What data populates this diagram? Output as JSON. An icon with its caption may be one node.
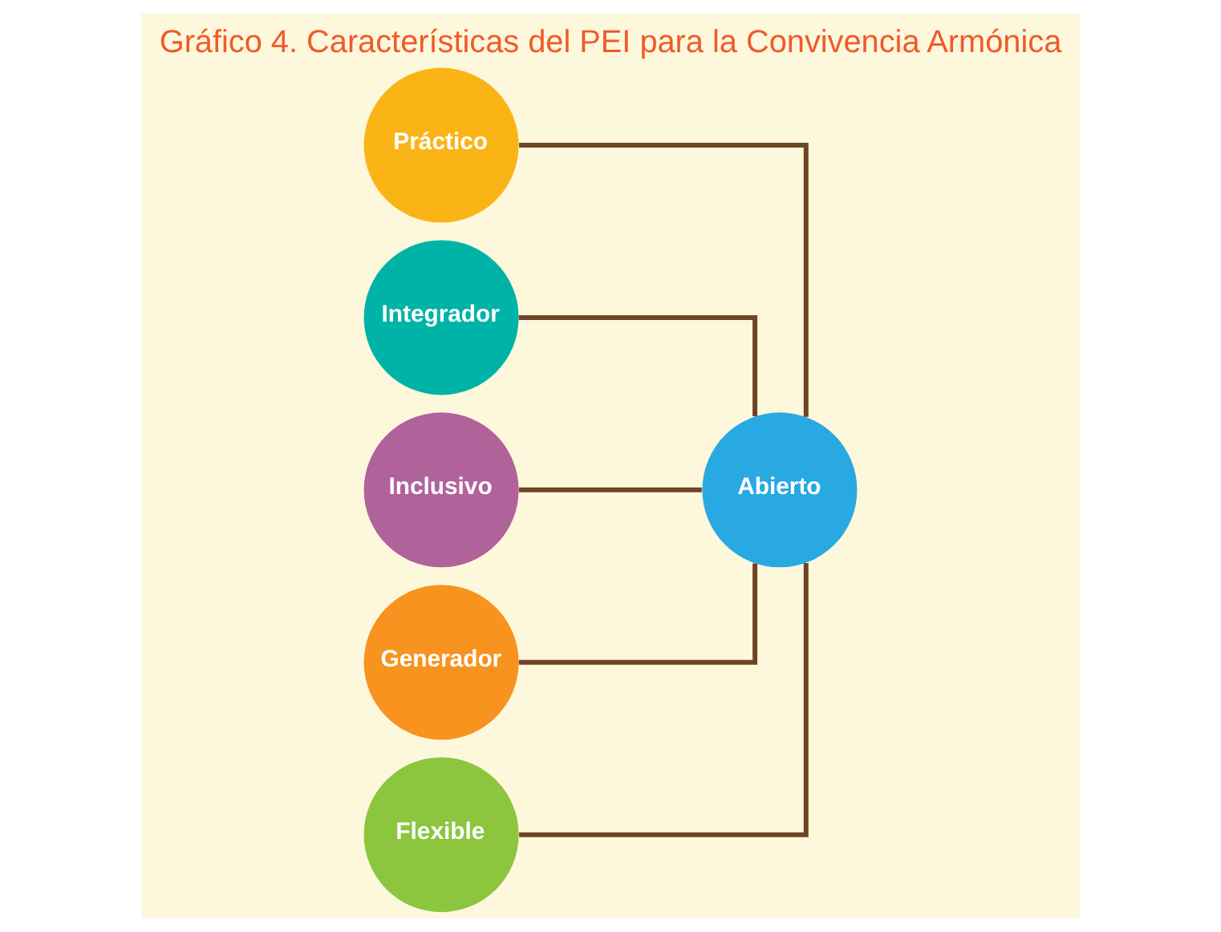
{
  "diagram": {
    "title": "Gráfico 4. Características del PEI para la Convivencia Armónica",
    "nodes": [
      {
        "text": [
          "Práctico"
        ]
      },
      {
        "text": [
          "Integrador"
        ]
      },
      {
        "text": [
          "Inclusivo"
        ]
      },
      {
        "text": [
          "Generador"
        ]
      },
      {
        "text": [
          "Flexible"
        ]
      },
      {
        "text": [
          "Abierto"
        ]
      }
    ],
    "edges": [
      {
        "from": 0,
        "to": 5,
        "arrow": "none"
      },
      {
        "from": 1,
        "to": 5,
        "arrow": "none"
      },
      {
        "from": 2,
        "to": 5,
        "arrow": "none"
      },
      {
        "from": 3,
        "to": 5,
        "arrow": "none"
      },
      {
        "from": 4,
        "to": 5,
        "arrow": "none"
      }
    ]
  }
}
